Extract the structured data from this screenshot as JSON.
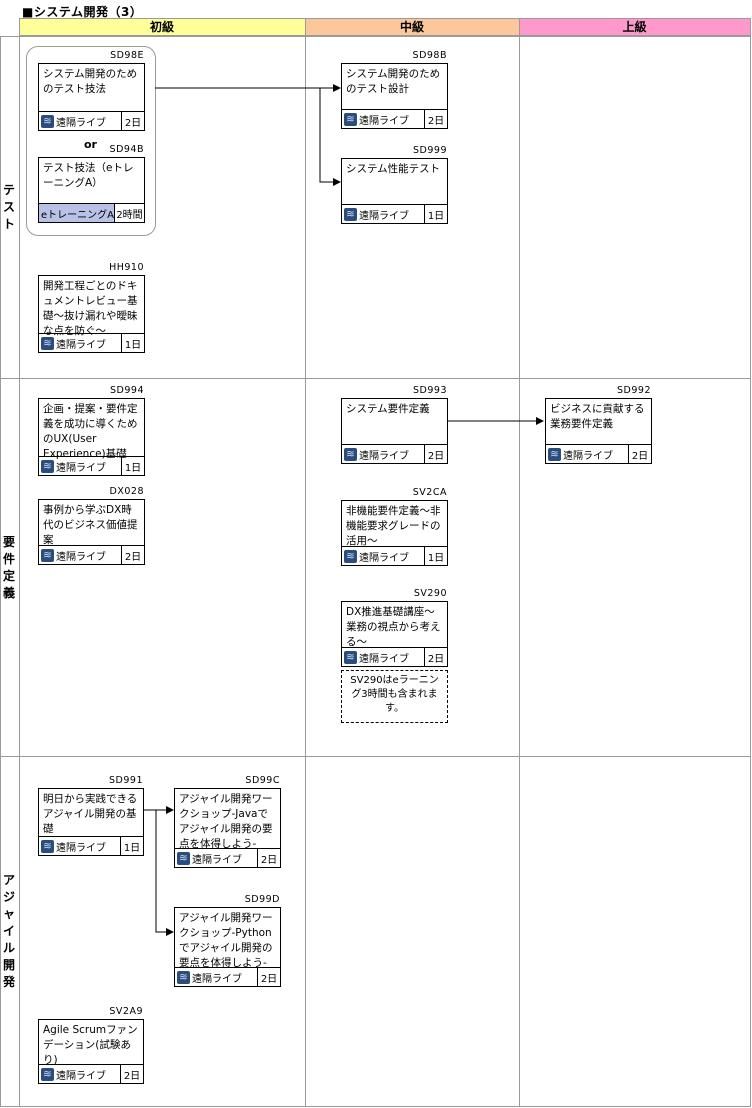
{
  "title": "■システム開発（3）",
  "levels": {
    "beginner": {
      "label": "初級",
      "color": "#ffff99"
    },
    "intermediate": {
      "label": "中級",
      "color": "#fcc89b"
    },
    "advanced": {
      "label": "上級",
      "color": "#ff99cc"
    }
  },
  "rows": {
    "test": "テスト",
    "requirements": "要件定義",
    "agile": "アジャイル開発"
  },
  "format_labels": {
    "remote_live": "遠隔ライブ",
    "elearning": "eトレーニングA"
  },
  "or_label": "or",
  "courses": {
    "SD98E": {
      "code": "SD98E",
      "title": "システム開発のためのテスト技法",
      "format": "遠隔ライブ",
      "duration": "2日"
    },
    "SD94B": {
      "code": "SD94B",
      "title": "テスト技法（eトレーニングA）",
      "format": "eトレーニングA",
      "duration": "2時間"
    },
    "HH910": {
      "code": "HH910",
      "title": "開発工程ごとのドキュメントレビュー基礎～抜け漏れや曖昧な点を防ぐ～",
      "format": "遠隔ライブ",
      "duration": "1日"
    },
    "SD98B": {
      "code": "SD98B",
      "title": "システム開発のためのテスト設計",
      "format": "遠隔ライブ",
      "duration": "2日"
    },
    "SD999": {
      "code": "SD999",
      "title": "システム性能テスト",
      "format": "遠隔ライブ",
      "duration": "1日"
    },
    "SD994": {
      "code": "SD994",
      "title": "企画・提案・要件定義を成功に導くためのUX(User Experience)基礎",
      "format": "遠隔ライブ",
      "duration": "1日"
    },
    "DX028": {
      "code": "DX028",
      "title": "事例から学ぶDX時代のビジネス価値提案",
      "format": "遠隔ライブ",
      "duration": "2日"
    },
    "SD993": {
      "code": "SD993",
      "title": "システム要件定義",
      "format": "遠隔ライブ",
      "duration": "2日"
    },
    "SV2CA": {
      "code": "SV2CA",
      "title": "非機能要件定義～非機能要求グレードの活用～",
      "format": "遠隔ライブ",
      "duration": "1日"
    },
    "SV290": {
      "code": "SV290",
      "title": "DX推進基礎講座～業務の視点から考える～",
      "format": "遠隔ライブ",
      "duration": "2日"
    },
    "SD992": {
      "code": "SD992",
      "title": "ビジネスに貢献する業務要件定義",
      "format": "遠隔ライブ",
      "duration": "2日"
    },
    "SD991": {
      "code": "SD991",
      "title": "明日から実践できるアジャイル開発の基礎",
      "format": "遠隔ライブ",
      "duration": "1日"
    },
    "SD99C": {
      "code": "SD99C",
      "title": "アジャイル開発ワークショップ-Javaでアジャイル開発の要点を体得しよう-",
      "format": "遠隔ライブ",
      "duration": "2日"
    },
    "SD99D": {
      "code": "SD99D",
      "title": "アジャイル開発ワークショップ-Pythonでアジャイル開発の要点を体得しよう-",
      "format": "遠隔ライブ",
      "duration": "2日"
    },
    "SV2A9": {
      "code": "SV2A9",
      "title": "Agile Scrumファンデーション(試験あり)",
      "format": "遠隔ライブ",
      "duration": "2日"
    }
  },
  "note_sv290": "SV290はeラーニング3時間も含まれます。"
}
